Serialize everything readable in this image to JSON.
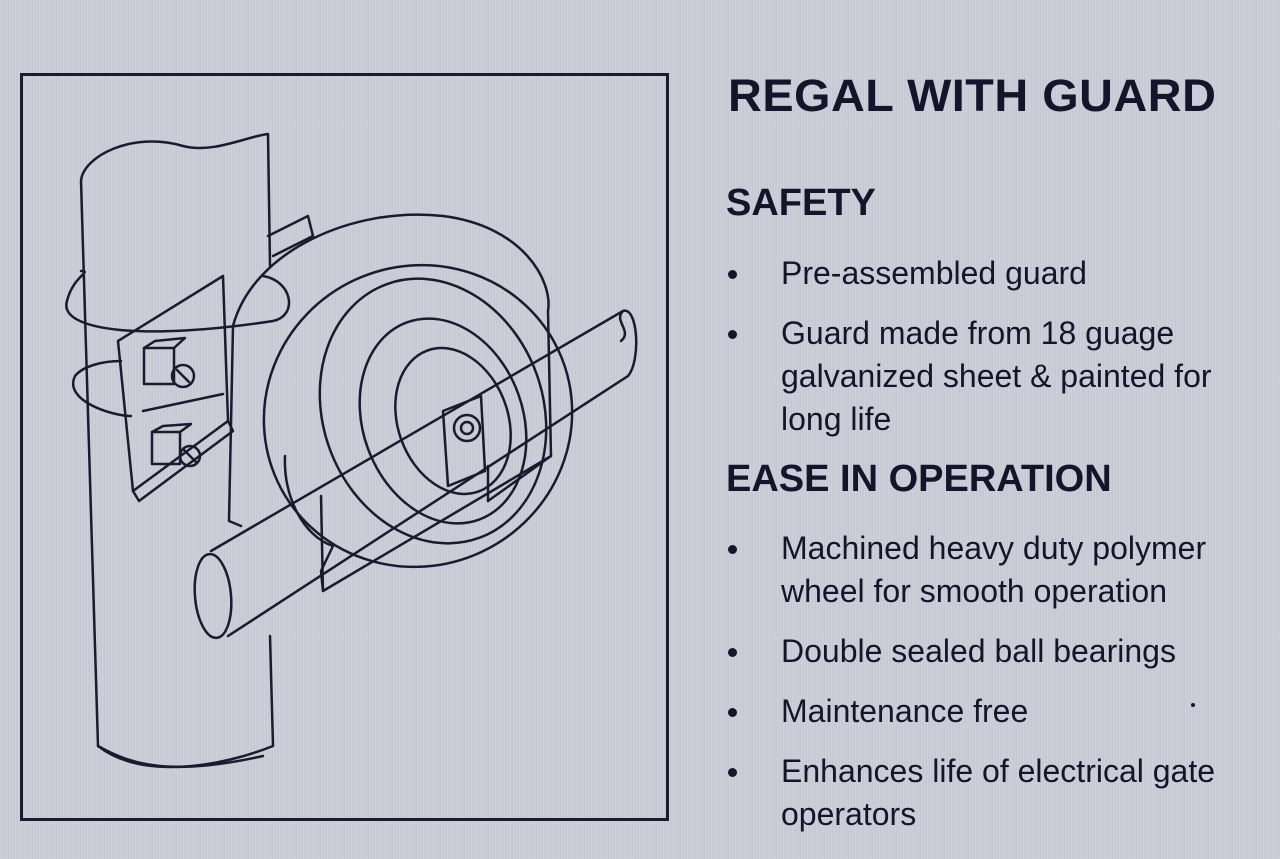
{
  "title": "REGAL WITH GUARD",
  "sections": [
    {
      "heading": "SAFETY",
      "bullets": [
        "Pre-assembled guard",
        "Guard made from 18 guage galvanized sheet & painted for long life"
      ]
    },
    {
      "heading": "EASE IN OPERATION",
      "bullets": [
        "Machined heavy duty polymer wheel for smooth operation",
        "Double sealed ball bearings",
        "Maintenance free",
        "Enhances life of electrical gate operators"
      ]
    }
  ],
  "colors": {
    "background": "#c9ccd6",
    "ink": "#14152a"
  }
}
